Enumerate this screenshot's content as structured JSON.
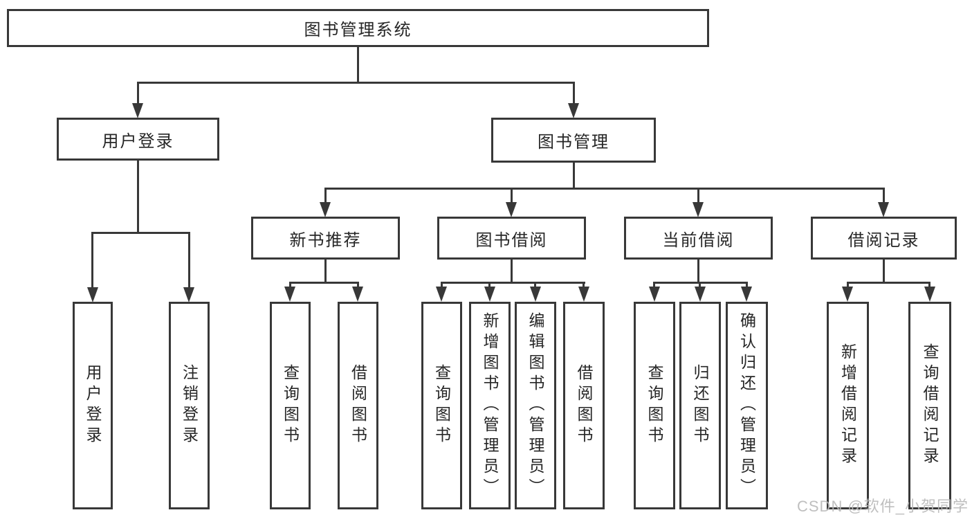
{
  "colors": {
    "line": "#383838",
    "text": "#262626",
    "watermark": "#b9b9b9",
    "background": "#ffffff"
  },
  "watermark": {
    "text": "CSDN @软件_小贺同学"
  },
  "tree": {
    "label": "图书管理系统",
    "children": [
      {
        "label": "用户登录",
        "children": [
          {
            "label": "用户登录"
          },
          {
            "label": "注销登录"
          }
        ]
      },
      {
        "label": "图书管理",
        "children": [
          {
            "label": "新书推荐",
            "children": [
              {
                "label": "查询图书"
              },
              {
                "label": "借阅图书"
              }
            ]
          },
          {
            "label": "图书借阅",
            "children": [
              {
                "label": "查询图书"
              },
              {
                "label": "新增图书（管理员）"
              },
              {
                "label": "编辑图书（管理员）"
              },
              {
                "label": "借阅图书"
              }
            ]
          },
          {
            "label": "当前借阅",
            "children": [
              {
                "label": "查询图书"
              },
              {
                "label": "归还图书"
              },
              {
                "label": "确认归还（管理员）"
              }
            ]
          },
          {
            "label": "借阅记录",
            "children": [
              {
                "label": "新增借阅记录"
              },
              {
                "label": "查询借阅记录"
              }
            ]
          }
        ]
      }
    ]
  }
}
